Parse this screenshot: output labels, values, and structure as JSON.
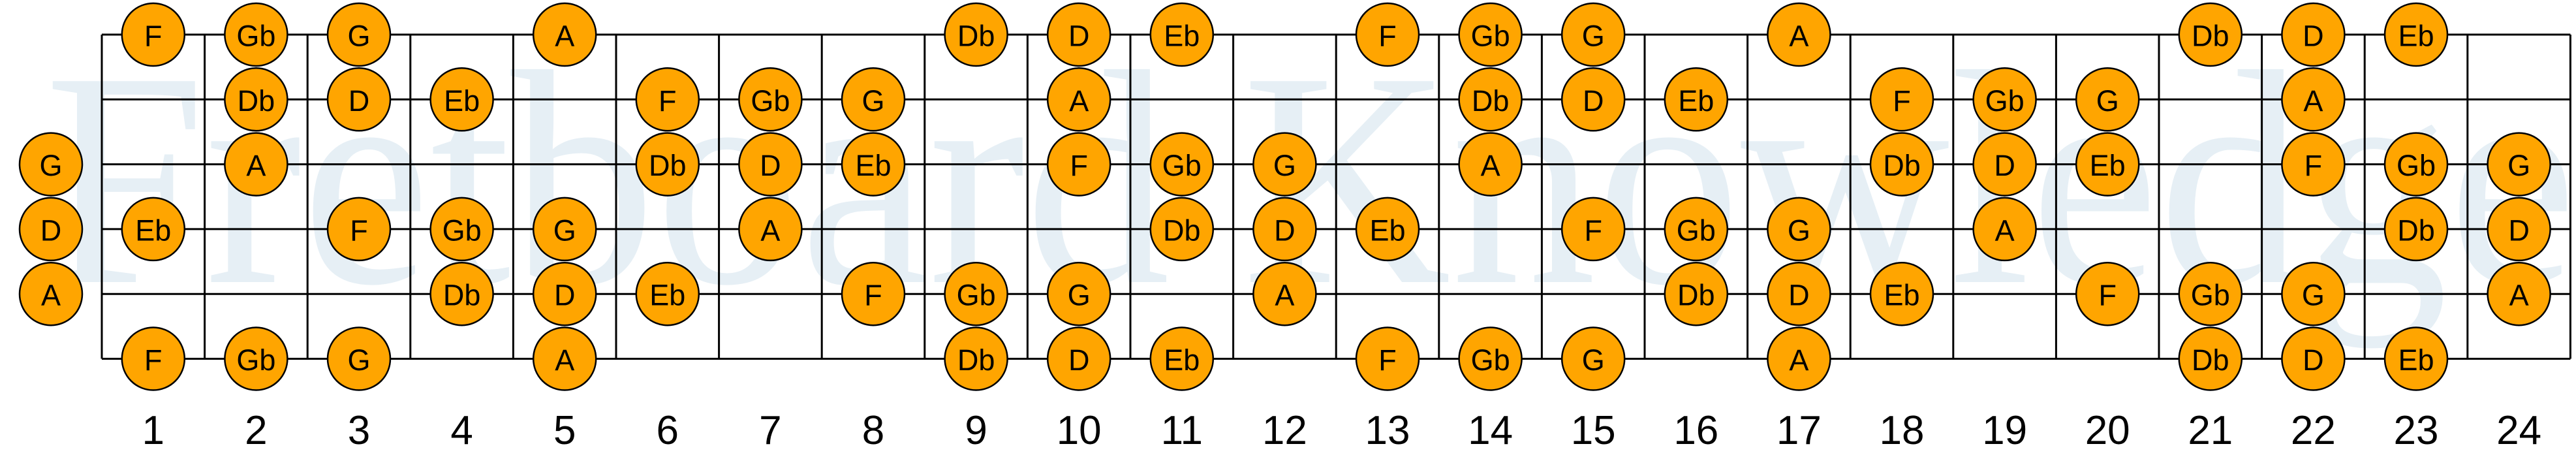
{
  "title": "Fretboard Knowledge",
  "colors": {
    "note_fill": "#ffa500",
    "note_stroke": "#000000",
    "watermark": "#e6eff5",
    "line": "#000000"
  },
  "fret_count": 24,
  "fret_numbers": [
    "1",
    "2",
    "3",
    "4",
    "5",
    "6",
    "7",
    "8",
    "9",
    "10",
    "11",
    "12",
    "13",
    "14",
    "15",
    "16",
    "17",
    "18",
    "19",
    "20",
    "21",
    "22",
    "23",
    "24"
  ],
  "strings": [
    {
      "name": "string-1",
      "open_note": null,
      "notes": [
        {
          "fret": 1,
          "note": "F"
        },
        {
          "fret": 2,
          "note": "Gb"
        },
        {
          "fret": 3,
          "note": "G"
        },
        {
          "fret": 5,
          "note": "A"
        },
        {
          "fret": 9,
          "note": "Db"
        },
        {
          "fret": 10,
          "note": "D"
        },
        {
          "fret": 11,
          "note": "Eb"
        },
        {
          "fret": 13,
          "note": "F"
        },
        {
          "fret": 14,
          "note": "Gb"
        },
        {
          "fret": 15,
          "note": "G"
        },
        {
          "fret": 17,
          "note": "A"
        },
        {
          "fret": 21,
          "note": "Db"
        },
        {
          "fret": 22,
          "note": "D"
        },
        {
          "fret": 23,
          "note": "Eb"
        }
      ]
    },
    {
      "name": "string-2",
      "open_note": null,
      "notes": [
        {
          "fret": 2,
          "note": "Db"
        },
        {
          "fret": 3,
          "note": "D"
        },
        {
          "fret": 4,
          "note": "Eb"
        },
        {
          "fret": 6,
          "note": "F"
        },
        {
          "fret": 7,
          "note": "Gb"
        },
        {
          "fret": 8,
          "note": "G"
        },
        {
          "fret": 10,
          "note": "A"
        },
        {
          "fret": 14,
          "note": "Db"
        },
        {
          "fret": 15,
          "note": "D"
        },
        {
          "fret": 16,
          "note": "Eb"
        },
        {
          "fret": 18,
          "note": "F"
        },
        {
          "fret": 19,
          "note": "Gb"
        },
        {
          "fret": 20,
          "note": "G"
        },
        {
          "fret": 22,
          "note": "A"
        }
      ]
    },
    {
      "name": "string-3",
      "open_note": "G",
      "notes": [
        {
          "fret": 2,
          "note": "A"
        },
        {
          "fret": 6,
          "note": "Db"
        },
        {
          "fret": 7,
          "note": "D"
        },
        {
          "fret": 8,
          "note": "Eb"
        },
        {
          "fret": 10,
          "note": "F"
        },
        {
          "fret": 11,
          "note": "Gb"
        },
        {
          "fret": 12,
          "note": "G"
        },
        {
          "fret": 14,
          "note": "A"
        },
        {
          "fret": 18,
          "note": "Db"
        },
        {
          "fret": 19,
          "note": "D"
        },
        {
          "fret": 20,
          "note": "Eb"
        },
        {
          "fret": 22,
          "note": "F"
        },
        {
          "fret": 23,
          "note": "Gb"
        },
        {
          "fret": 24,
          "note": "G"
        }
      ]
    },
    {
      "name": "string-4",
      "open_note": "D",
      "notes": [
        {
          "fret": 1,
          "note": "Eb"
        },
        {
          "fret": 3,
          "note": "F"
        },
        {
          "fret": 4,
          "note": "Gb"
        },
        {
          "fret": 5,
          "note": "G"
        },
        {
          "fret": 7,
          "note": "A"
        },
        {
          "fret": 11,
          "note": "Db"
        },
        {
          "fret": 12,
          "note": "D"
        },
        {
          "fret": 13,
          "note": "Eb"
        },
        {
          "fret": 15,
          "note": "F"
        },
        {
          "fret": 16,
          "note": "Gb"
        },
        {
          "fret": 17,
          "note": "G"
        },
        {
          "fret": 19,
          "note": "A"
        },
        {
          "fret": 23,
          "note": "Db"
        },
        {
          "fret": 24,
          "note": "D"
        }
      ]
    },
    {
      "name": "string-5",
      "open_note": "A",
      "notes": [
        {
          "fret": 4,
          "note": "Db"
        },
        {
          "fret": 5,
          "note": "D"
        },
        {
          "fret": 6,
          "note": "Eb"
        },
        {
          "fret": 8,
          "note": "F"
        },
        {
          "fret": 9,
          "note": "Gb"
        },
        {
          "fret": 10,
          "note": "G"
        },
        {
          "fret": 12,
          "note": "A"
        },
        {
          "fret": 16,
          "note": "Db"
        },
        {
          "fret": 17,
          "note": "D"
        },
        {
          "fret": 18,
          "note": "Eb"
        },
        {
          "fret": 20,
          "note": "F"
        },
        {
          "fret": 21,
          "note": "Gb"
        },
        {
          "fret": 22,
          "note": "G"
        },
        {
          "fret": 24,
          "note": "A"
        }
      ]
    },
    {
      "name": "string-6",
      "open_note": null,
      "notes": [
        {
          "fret": 1,
          "note": "F"
        },
        {
          "fret": 2,
          "note": "Gb"
        },
        {
          "fret": 3,
          "note": "G"
        },
        {
          "fret": 5,
          "note": "A"
        },
        {
          "fret": 9,
          "note": "Db"
        },
        {
          "fret": 10,
          "note": "D"
        },
        {
          "fret": 11,
          "note": "Eb"
        },
        {
          "fret": 13,
          "note": "F"
        },
        {
          "fret": 14,
          "note": "Gb"
        },
        {
          "fret": 15,
          "note": "G"
        },
        {
          "fret": 17,
          "note": "A"
        },
        {
          "fret": 21,
          "note": "Db"
        },
        {
          "fret": 22,
          "note": "D"
        },
        {
          "fret": 23,
          "note": "Eb"
        }
      ]
    }
  ]
}
